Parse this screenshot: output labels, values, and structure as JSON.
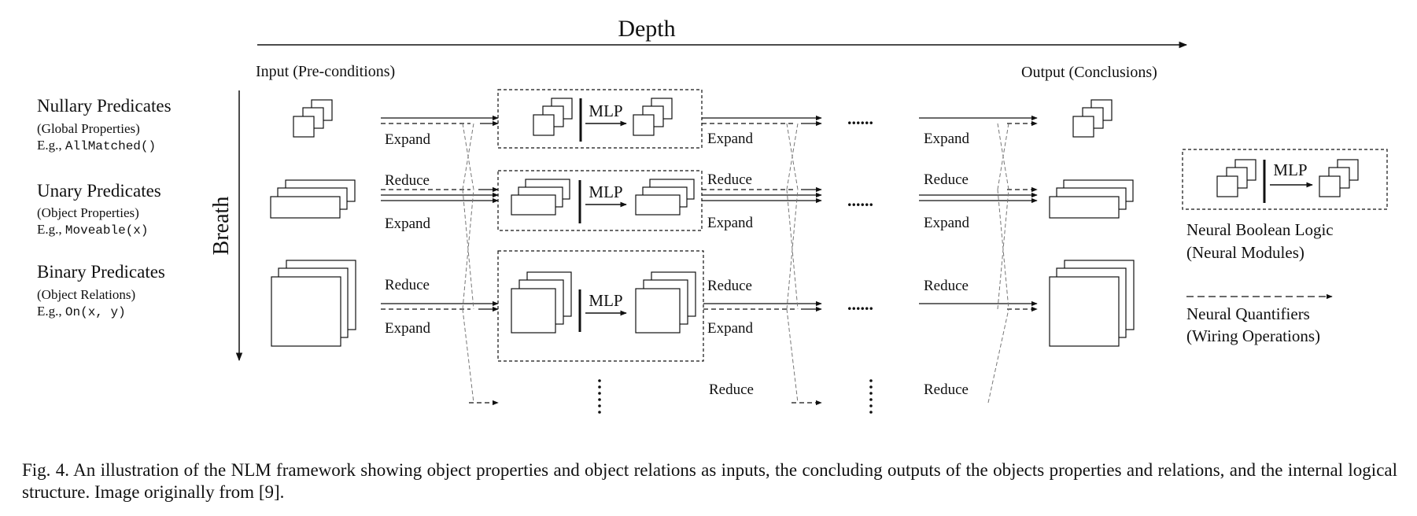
{
  "axes": {
    "depth_label": "Depth",
    "breath_label": "Breath",
    "input_label": "Input (Pre-conditions)",
    "output_label": "Output (Conclusions)"
  },
  "predicates": [
    {
      "title": "Nullary Predicates",
      "subtitle": "(Global Properties)",
      "example_prefix": "E.g., ",
      "example_code": "AllMatched()"
    },
    {
      "title": "Unary Predicates",
      "subtitle": "(Object Properties)",
      "example_prefix": "E.g., ",
      "example_code": "Moveable(x)"
    },
    {
      "title": "Binary Predicates",
      "subtitle": "(Object Relations)",
      "example_prefix": "E.g., ",
      "example_code": "On(x, y)"
    }
  ],
  "ops": {
    "expand": "Expand",
    "reduce": "Reduce",
    "mlp": "MLP",
    "ellipsis_h": "......"
  },
  "legend": {
    "boolean_line1": "Neural Boolean Logic",
    "boolean_line2": "(Neural Modules)",
    "quantifier_line1": "Neural Quantifiers",
    "quantifier_line2": "(Wiring Operations)",
    "mlp": "MLP"
  },
  "caption": "Fig. 4.  An illustration of the NLM framework showing object properties and object relations as inputs, the concluding outputs of the objects properties and relations, and the internal logical structure. Image originally from [9]."
}
